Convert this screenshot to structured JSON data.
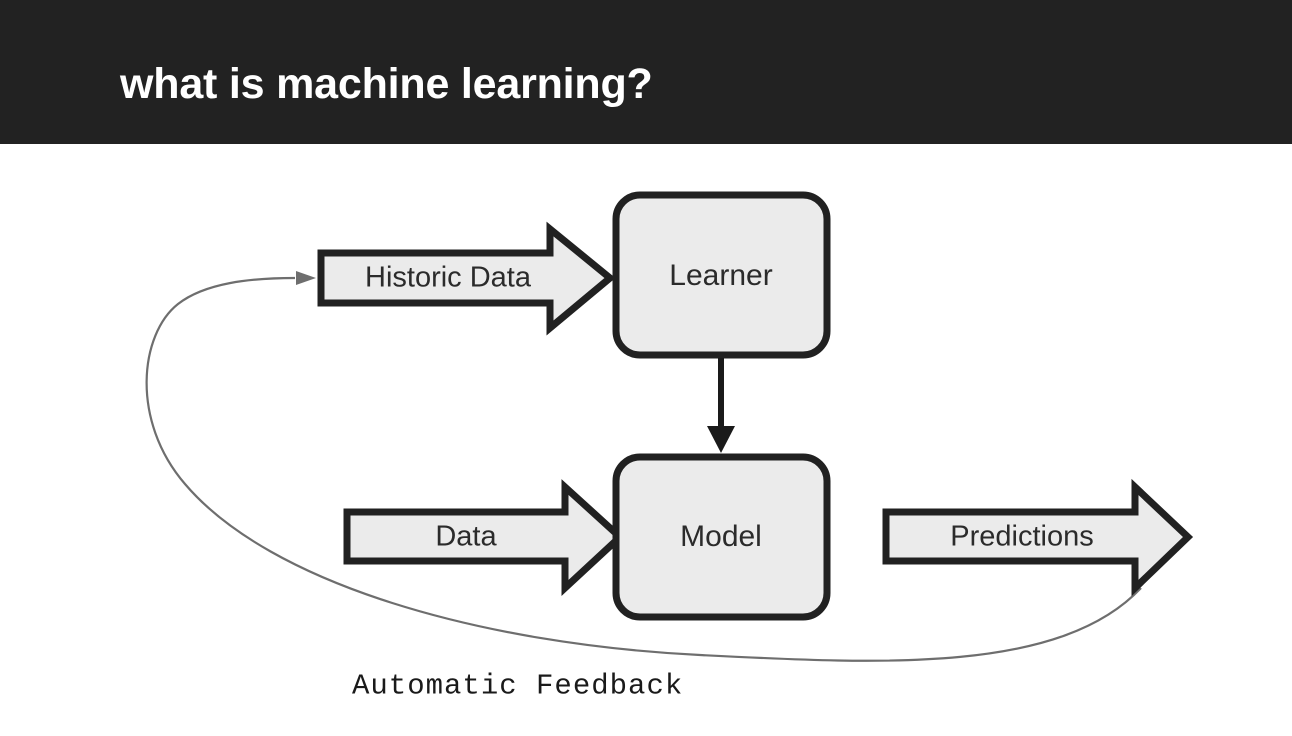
{
  "header": {
    "title": "what is machine learning?",
    "background_color": "#222222",
    "text_color": "#ffffff"
  },
  "canvas": {
    "background_color": "#ffffff"
  },
  "theme": {
    "shape_fill": "#ebebeb",
    "shape_stroke": "#212121",
    "connector_color": "#1a1a1a",
    "feedback_color": "#6e6e6e",
    "label_color": "#2b2b2b"
  },
  "diagram": {
    "type": "flow-diagram",
    "nodes": [
      {
        "id": "learner",
        "label": "Learner",
        "shape": "rounded-rect"
      },
      {
        "id": "model",
        "label": "Model",
        "shape": "rounded-rect"
      }
    ],
    "block_arrows": [
      {
        "id": "historic-data",
        "label": "Historic Data",
        "direction": "right",
        "target": "learner"
      },
      {
        "id": "data",
        "label": "Data",
        "direction": "right",
        "target": "model"
      },
      {
        "id": "predictions",
        "label": "Predictions",
        "direction": "right",
        "source": "model"
      }
    ],
    "connectors": [
      {
        "id": "learner-to-model",
        "from": "learner",
        "to": "model",
        "style": "solid",
        "direction": "down"
      },
      {
        "id": "feedback-loop",
        "from": "predictions",
        "to": "historic-data",
        "style": "thin-curve",
        "label": "Automatic Feedback"
      }
    ],
    "feedback_label": "Automatic Feedback"
  }
}
